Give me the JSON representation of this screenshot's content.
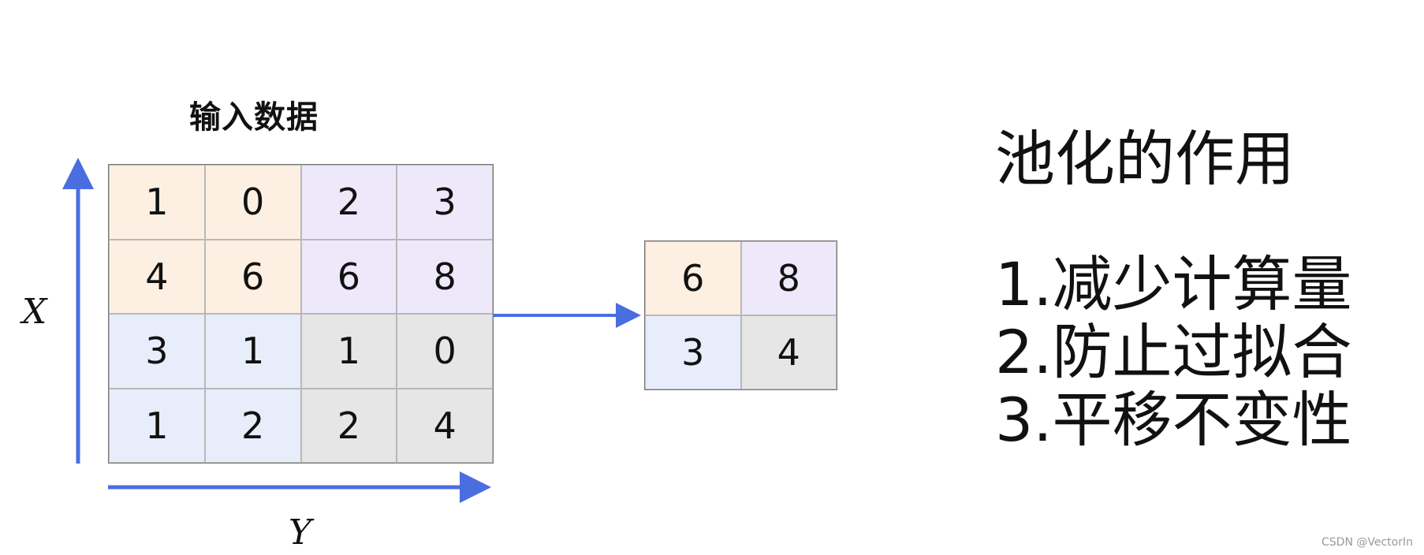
{
  "input_title": "输入数据",
  "input_matrix": [
    [
      {
        "v": "1",
        "q": "orange"
      },
      {
        "v": "0",
        "q": "orange"
      },
      {
        "v": "2",
        "q": "purple"
      },
      {
        "v": "3",
        "q": "purple"
      }
    ],
    [
      {
        "v": "4",
        "q": "orange"
      },
      {
        "v": "6",
        "q": "orange"
      },
      {
        "v": "6",
        "q": "purple"
      },
      {
        "v": "8",
        "q": "purple"
      }
    ],
    [
      {
        "v": "3",
        "q": "blue"
      },
      {
        "v": "1",
        "q": "blue"
      },
      {
        "v": "1",
        "q": "gray"
      },
      {
        "v": "0",
        "q": "gray"
      }
    ],
    [
      {
        "v": "1",
        "q": "blue"
      },
      {
        "v": "2",
        "q": "blue"
      },
      {
        "v": "2",
        "q": "gray"
      },
      {
        "v": "4",
        "q": "gray"
      }
    ]
  ],
  "output_matrix": [
    [
      {
        "v": "6",
        "q": "orange"
      },
      {
        "v": "8",
        "q": "purple"
      }
    ],
    [
      {
        "v": "3",
        "q": "blue"
      },
      {
        "v": "4",
        "q": "gray"
      }
    ]
  ],
  "axis": {
    "x": "X",
    "y": "Y"
  },
  "right_panel": {
    "title": "池化的作用",
    "items": [
      "1.减少计算量",
      "2.防止过拟合",
      "3.平移不变性"
    ]
  },
  "watermark": "CSDN @VectorIn",
  "colors": {
    "orange_fill": "#fdf0e2",
    "purple_fill": "#eee8fb",
    "blue_fill": "#e8edfb",
    "gray_fill": "#e6e6e6",
    "arrow": "#4a6ee0"
  }
}
